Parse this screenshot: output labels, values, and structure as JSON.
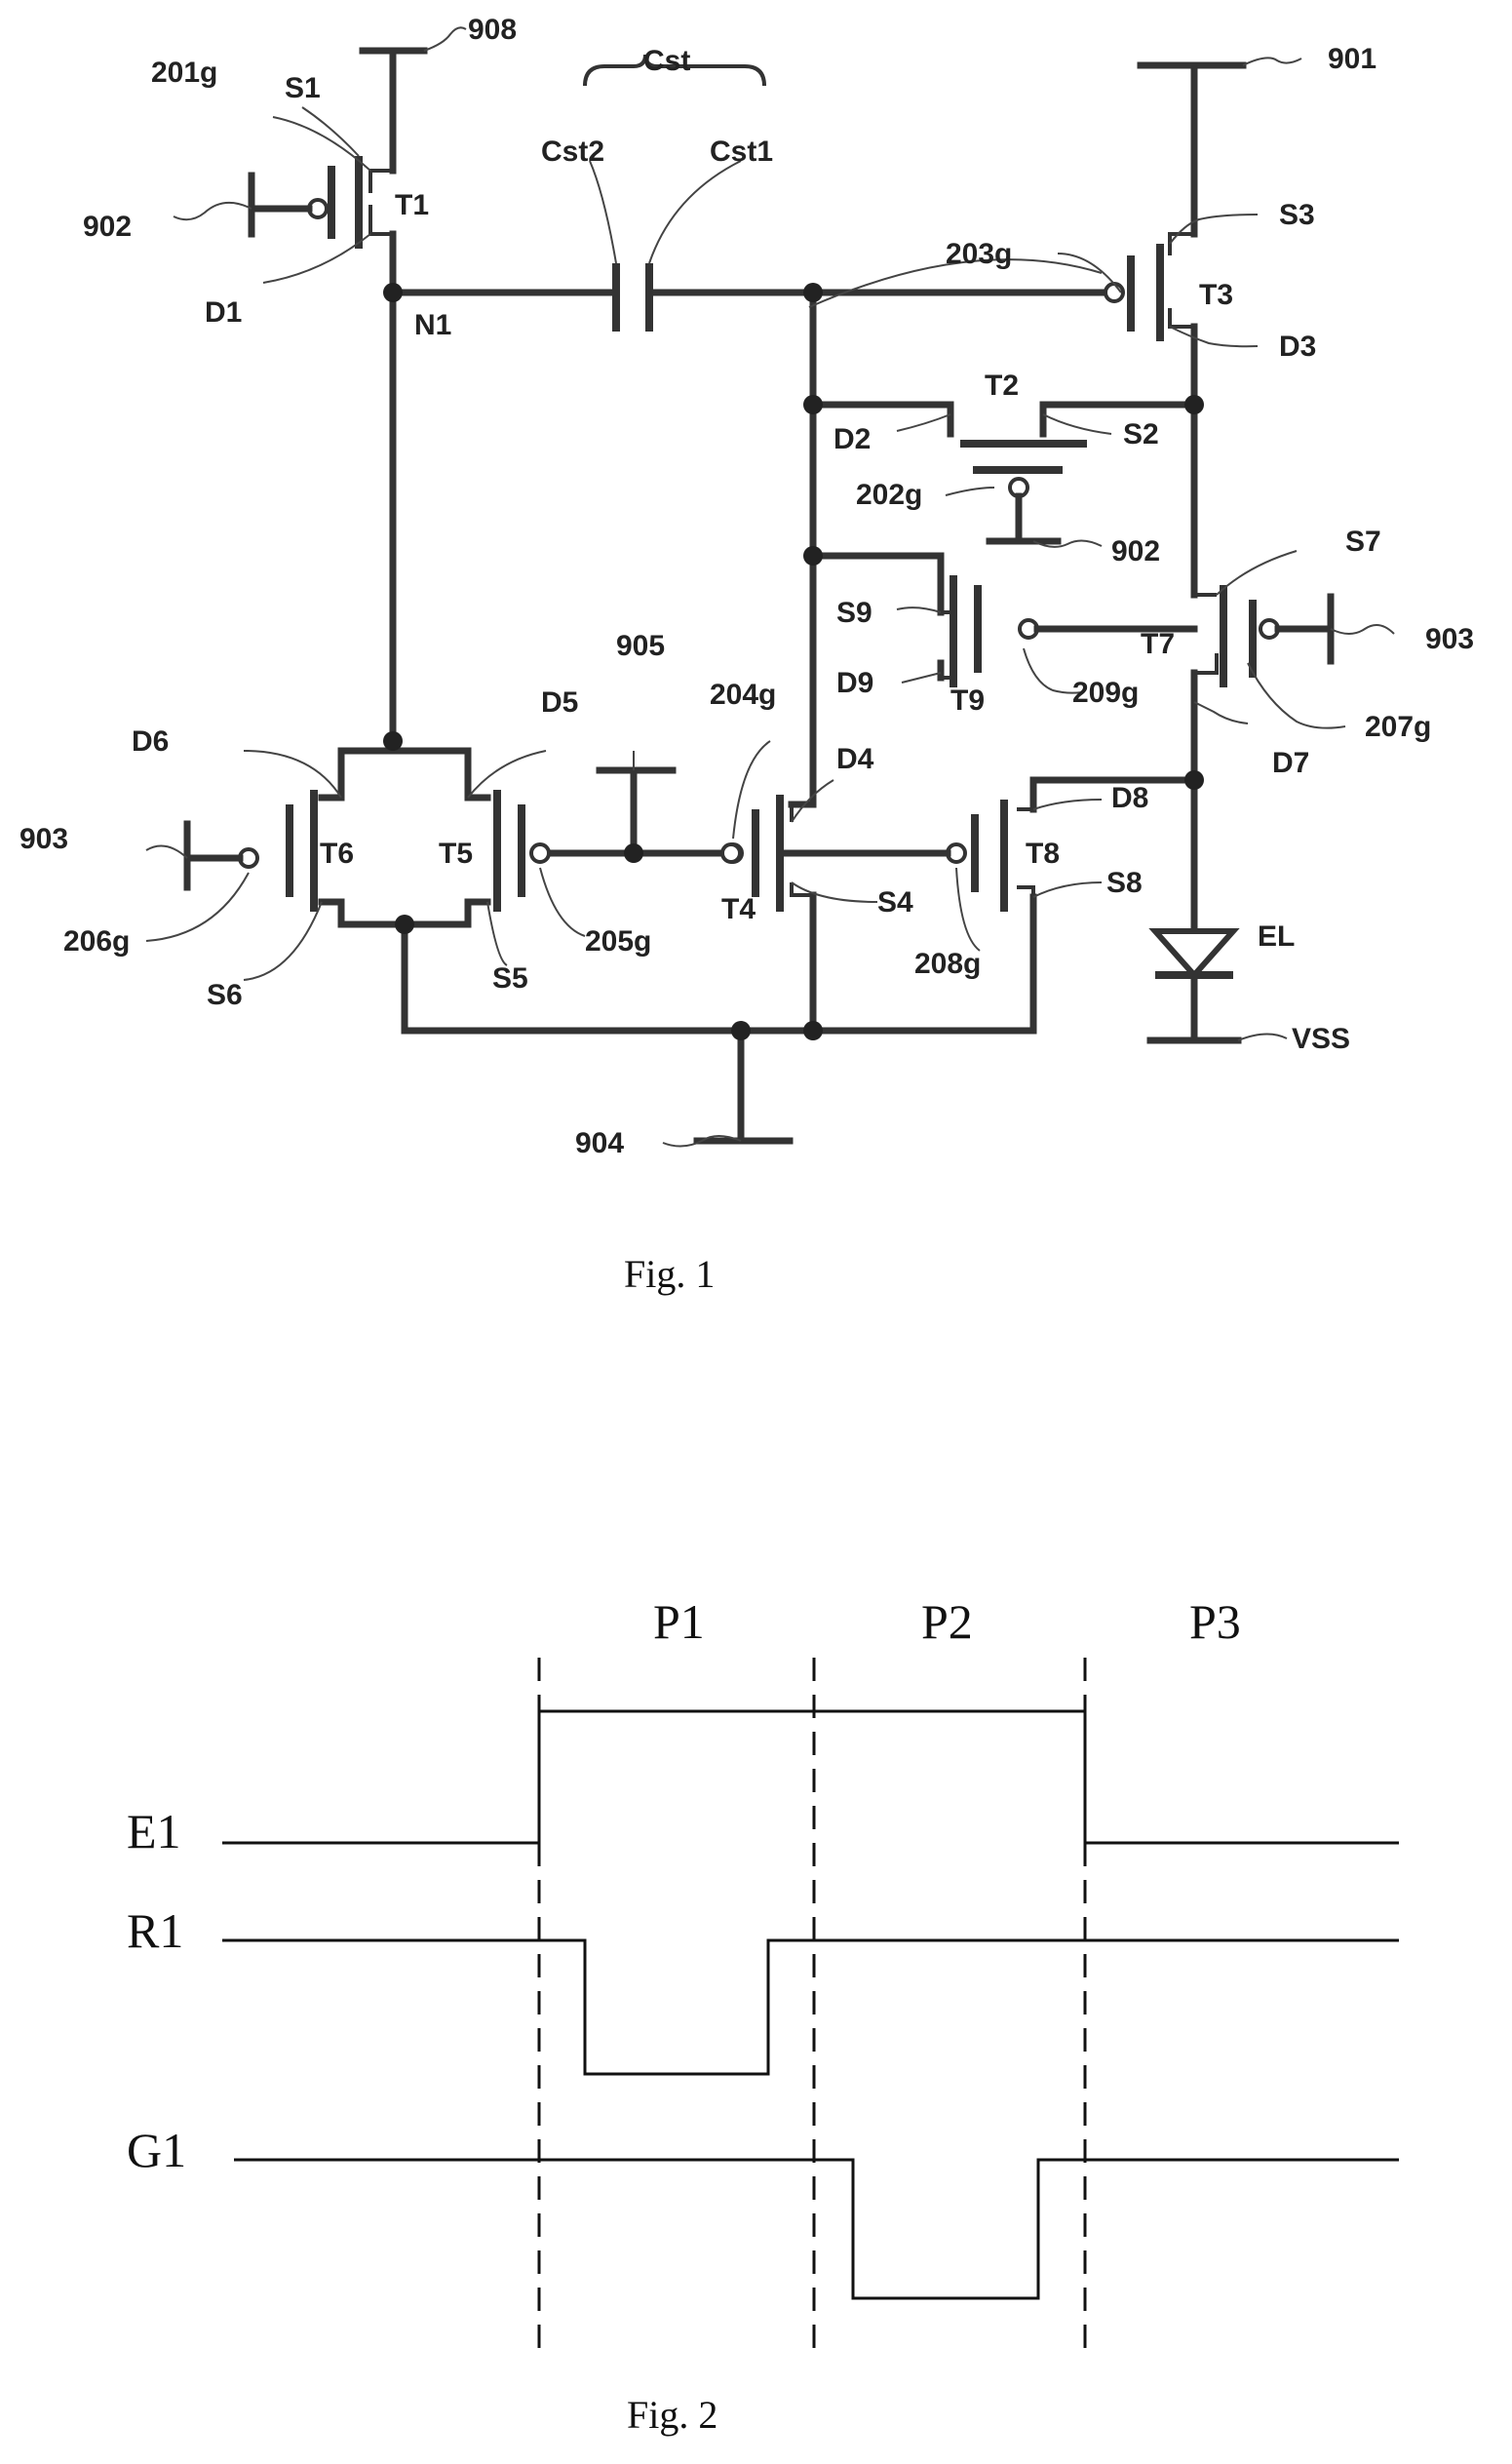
{
  "figure1": {
    "caption": "Fig. 1",
    "nodes": [
      "908",
      "901",
      "902",
      "903",
      "904",
      "905",
      "VSS",
      "N1",
      "EL"
    ],
    "capacitor": {
      "name": "Cst",
      "plate_a": "Cst2",
      "plate_b": "Cst1"
    },
    "transistors": [
      {
        "name": "T1",
        "gate": "201g",
        "source": "S1",
        "drain": "D1"
      },
      {
        "name": "T2",
        "gate": "202g",
        "source": "S2",
        "drain": "D2"
      },
      {
        "name": "T3",
        "gate": "203g",
        "source": "S3",
        "drain": "D3"
      },
      {
        "name": "T4",
        "gate": "204g",
        "source": "S4",
        "drain": "D4"
      },
      {
        "name": "T5",
        "gate": "205g",
        "source": "S5",
        "drain": "D5"
      },
      {
        "name": "T6",
        "gate": "206g",
        "source": "S6",
        "drain": "D6"
      },
      {
        "name": "T7",
        "gate": "207g",
        "source": "S7",
        "drain": "D7"
      },
      {
        "name": "T8",
        "gate": "208g",
        "source": "S8",
        "drain": "D8"
      },
      {
        "name": "T9",
        "gate": "209g",
        "source": "S9",
        "drain": "D9"
      }
    ]
  },
  "figure2": {
    "caption": "Fig. 2",
    "phases": [
      "P1",
      "P2",
      "P3"
    ],
    "signals": [
      {
        "name": "E1",
        "levels": [
          "low",
          "high",
          "high",
          "low"
        ]
      },
      {
        "name": "R1",
        "levels": [
          "high",
          "low",
          "high",
          "high"
        ]
      },
      {
        "name": "G1",
        "levels": [
          "high",
          "high",
          "low",
          "high"
        ]
      }
    ]
  }
}
